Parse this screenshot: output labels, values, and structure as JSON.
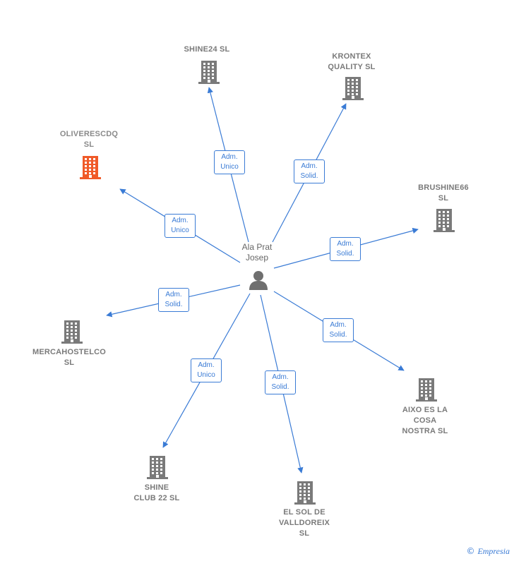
{
  "center": {
    "name": "Ala Prat\nJosep"
  },
  "companies": [
    {
      "id": "shine24",
      "name": "SHINE24  SL",
      "highlight": false
    },
    {
      "id": "krontex",
      "name": "KRONTEX\nQUALITY SL",
      "highlight": false
    },
    {
      "id": "oliverescdq",
      "name": "OLIVERESCDQ\nSL",
      "highlight": true
    },
    {
      "id": "brushine66",
      "name": "BRUSHINE66\nSL",
      "highlight": false
    },
    {
      "id": "mercahostelco",
      "name": "MERCAHOSTELCO\nSL",
      "highlight": false
    },
    {
      "id": "aixo",
      "name": "AIXO ES LA\nCOSA\nNOSTRA  SL",
      "highlight": false
    },
    {
      "id": "shineclub",
      "name": "SHINE\nCLUB 22  SL",
      "highlight": false
    },
    {
      "id": "elsol",
      "name": "EL SOL DE\nVALLDOREIX\nSL",
      "highlight": false
    }
  ],
  "relations": [
    {
      "to": "shine24",
      "label": "Adm.\nUnico"
    },
    {
      "to": "krontex",
      "label": "Adm.\nSolid."
    },
    {
      "to": "oliverescdq",
      "label": "Adm.\nUnico"
    },
    {
      "to": "brushine66",
      "label": "Adm.\nSolid."
    },
    {
      "to": "mercahostelco",
      "label": "Adm.\nSolid."
    },
    {
      "to": "aixo",
      "label": "Adm.\nSolid."
    },
    {
      "to": "shineclub",
      "label": "Adm.\nUnico"
    },
    {
      "to": "elsol",
      "label": "Adm.\nSolid."
    }
  ],
  "colors": {
    "edge": "#3a7bd5",
    "building": "#7a7a7a",
    "building_highlight": "#f05a28",
    "person": "#6f6f6f"
  },
  "footer": {
    "symbol": "©",
    "brand": "Empresia"
  }
}
